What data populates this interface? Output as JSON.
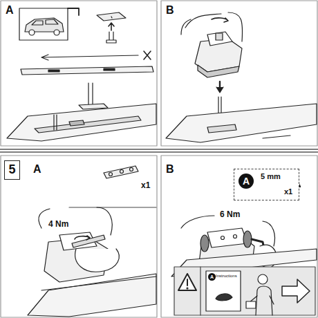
{
  "diagram": {
    "nodes": [
      {
        "text": [
          "5"
        ]
      },
      {
        "text": [
          "A",
          "5 mm",
          "x1"
        ]
      }
    ],
    "labels": [
      "A",
      "B",
      "A",
      "x1",
      "4 Nm",
      "B",
      "6 Nm",
      "A",
      "Instructions"
    ]
  }
}
